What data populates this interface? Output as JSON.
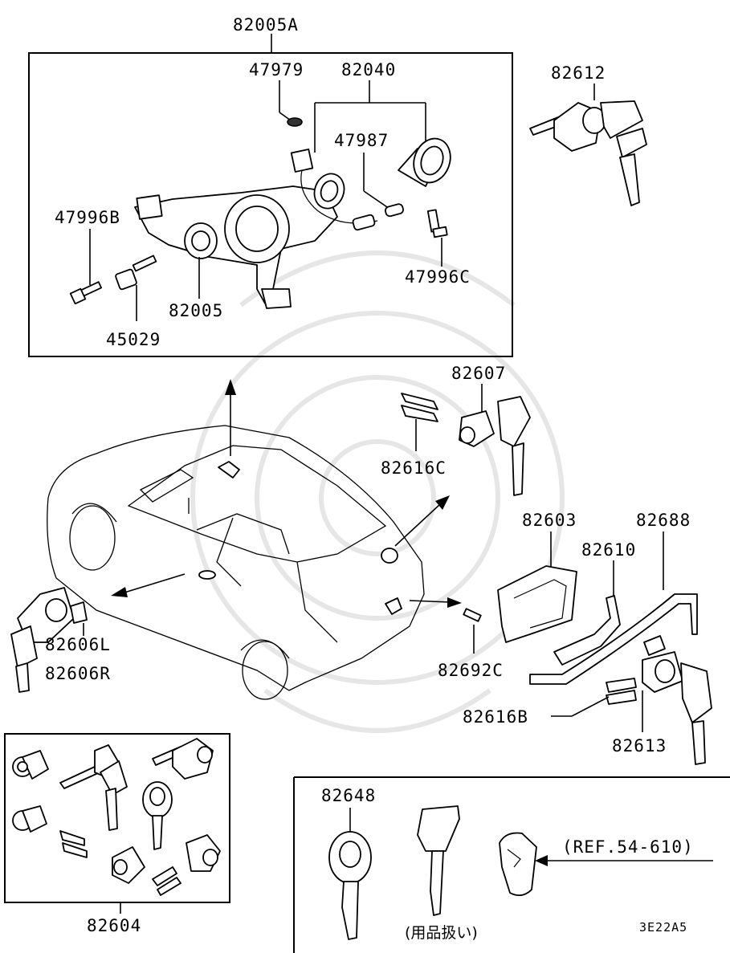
{
  "labels": {
    "assy_82005A": "82005A",
    "p47979": "47979",
    "p82040": "82040",
    "p47987": "47987",
    "p47996B": "47996B",
    "p47996C": "47996C",
    "p82005": "82005",
    "p45029": "45029",
    "p82612": "82612",
    "p82607": "82607",
    "p82616C": "82616C",
    "p82603": "82603",
    "p82688": "82688",
    "p82610": "82610",
    "p82606L": "82606L",
    "p82606R": "82606R",
    "p82692C": "82692C",
    "p82616B": "82616B",
    "p82613": "82613",
    "p82604": "82604",
    "p82648": "82648",
    "ref": "(REF.54-610)",
    "accessory_note": "(用品扱い)",
    "diagram_code": "3E22A5"
  }
}
